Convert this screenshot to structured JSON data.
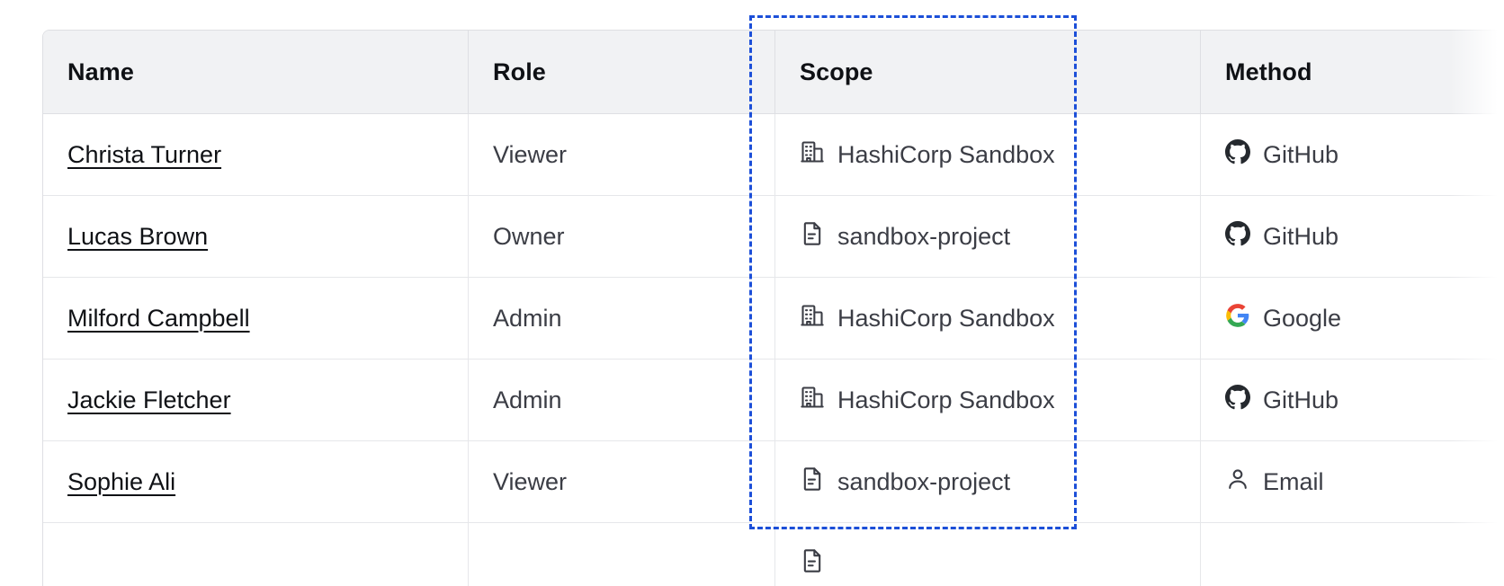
{
  "table": {
    "columns": [
      {
        "key": "name",
        "label": "Name"
      },
      {
        "key": "role",
        "label": "Role"
      },
      {
        "key": "scope",
        "label": "Scope"
      },
      {
        "key": "method",
        "label": "Method"
      }
    ],
    "rows": [
      {
        "name": "Christa Turner",
        "role": "Viewer",
        "scope": "HashiCorp Sandbox",
        "scope_icon": "organization-icon",
        "method": "GitHub",
        "method_icon": "github-icon"
      },
      {
        "name": "Lucas Brown",
        "role": "Owner",
        "scope": "sandbox-project",
        "scope_icon": "project-document-icon",
        "method": "GitHub",
        "method_icon": "github-icon"
      },
      {
        "name": "Milford Campbell",
        "role": "Admin",
        "scope": "HashiCorp Sandbox",
        "scope_icon": "organization-icon",
        "method": "Google",
        "method_icon": "google-icon"
      },
      {
        "name": "Jackie Fletcher",
        "role": "Admin",
        "scope": "HashiCorp Sandbox",
        "scope_icon": "organization-icon",
        "method": "GitHub",
        "method_icon": "github-icon"
      },
      {
        "name": "Sophie Ali",
        "role": "Viewer",
        "scope": "sandbox-project",
        "scope_icon": "project-document-icon",
        "method": "Email",
        "method_icon": "user-icon"
      },
      {
        "name": "",
        "role": "",
        "scope": "",
        "scope_icon": "project-document-icon",
        "method": "",
        "method_icon": ""
      }
    ]
  },
  "highlight": {
    "target_column": "Scope",
    "border_color": "#1c4fd8",
    "style": "dashed"
  },
  "colors": {
    "header_background": "#f1f2f4",
    "row_background": "#ffffff",
    "border": "#dedfe3",
    "row_border": "#e6e7ea",
    "link_text": "#0f1115",
    "body_text": "#3b3d45",
    "icon": "#3b3d45",
    "github": "#25292e",
    "google_blue": "#4285f4",
    "google_red": "#ea4335",
    "google_yellow": "#fbbc05",
    "google_green": "#34a853"
  }
}
